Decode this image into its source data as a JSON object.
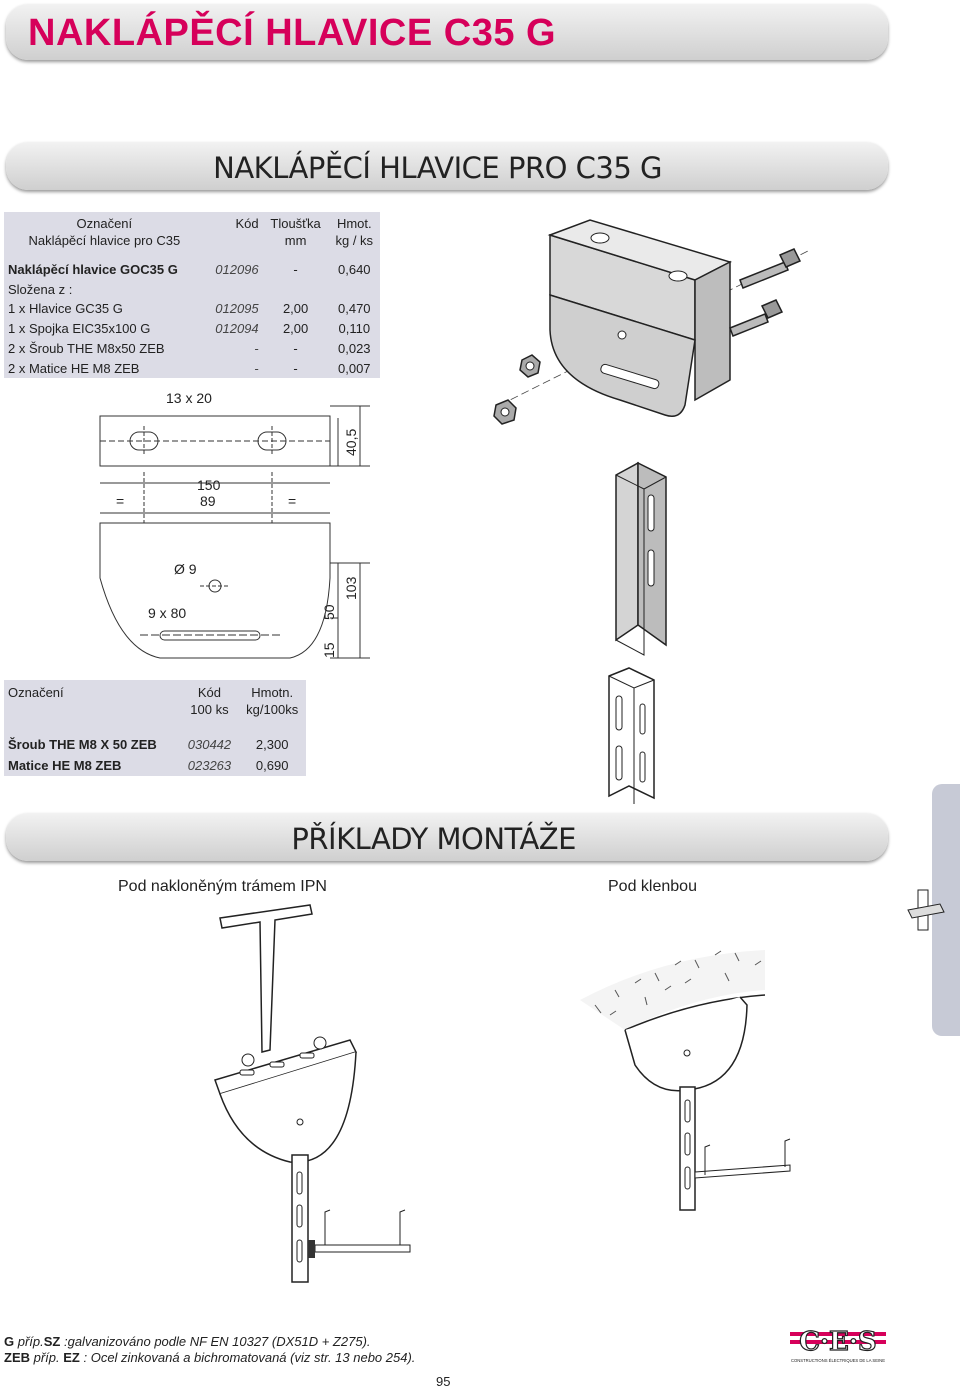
{
  "header": {
    "title": "NAKLÁPĚCÍ HLAVICE C35 G"
  },
  "section1": {
    "title": "NAKLÁPĚCÍ HLAVICE PRO C35    G"
  },
  "table1": {
    "head": {
      "col1": [
        "Označení",
        "Naklápěcí hlavice pro C35"
      ],
      "col2": [
        "Kód",
        ""
      ],
      "col3": [
        "Tloušťka",
        "mm"
      ],
      "col4": [
        "Hmot.",
        "kg / ks"
      ]
    },
    "rows": [
      {
        "name": "Naklápěcí hlavice  GOC35 G",
        "code": "012096",
        "thickness": "-",
        "weight": "0,640"
      },
      {
        "name": "Složena z :",
        "code": "",
        "thickness": "",
        "weight": ""
      },
      {
        "name": "1 x Hlavice  GC35 G",
        "code": "012095",
        "thickness": "2,00",
        "weight": "0,470"
      },
      {
        "name": "1 x Spojka  EIC35x100 G",
        "code": "012094",
        "thickness": "2,00",
        "weight": "0,110"
      },
      {
        "name": "2 x Šroub THE M8x50 ZEB",
        "code": "-",
        "thickness": "-",
        "weight": "0,023"
      },
      {
        "name": "2 x Matice HE M8 ZEB",
        "code": "-",
        "thickness": "-",
        "weight": "0,007"
      }
    ]
  },
  "drawing": {
    "slots_top": "13 x 20",
    "dim_150": "150",
    "dim_89": "89",
    "eq": "=",
    "dim_40_5": "40,5",
    "hole": "Ø 9",
    "slot_bottom": "9 x 80",
    "dim_50": "50",
    "dim_103": "103",
    "dim_15": "15"
  },
  "table2": {
    "head": {
      "col1": [
        "Označení",
        ""
      ],
      "col2": [
        "Kód",
        "100 ks"
      ],
      "col3": [
        "Hmotn.",
        "kg/100ks"
      ]
    },
    "rows": [
      {
        "name": "Šroub THE M8 X 50 ZEB",
        "code": "030442",
        "weight": "2,300"
      },
      {
        "name": "Matice HE M8 ZEB",
        "code": "023263",
        "weight": "0,690"
      }
    ]
  },
  "section2": {
    "title": "PŘÍKLADY MONTÁŽE"
  },
  "captions": {
    "left": "Pod nakloněným trámem IPN",
    "right": "Pod klenbou"
  },
  "footnotes": {
    "line1_bold": "G",
    "line1": " příp.",
    "line1_bold2": "SZ",
    "line1_rest": " :galvanizováno podle NF EN 10327 (DX51D + Z275).",
    "line2_bold": "ZEB",
    "line2": " příp. ",
    "line2_bold2": "EZ",
    "line2_rest": " : Ocel zinkovaná a bichromatovaná (viz str. 13 nebo 254)."
  },
  "page_number": "95",
  "logo": {
    "text": "CES",
    "tagline": "CONSTRUCTIONS ÉLECTRIQUES DE LA SEINE",
    "accent_color": "#d6005a"
  },
  "colors": {
    "accent": "#d6005a",
    "table_bg": "#dcdce6",
    "side_tab": "#c7cad6"
  }
}
